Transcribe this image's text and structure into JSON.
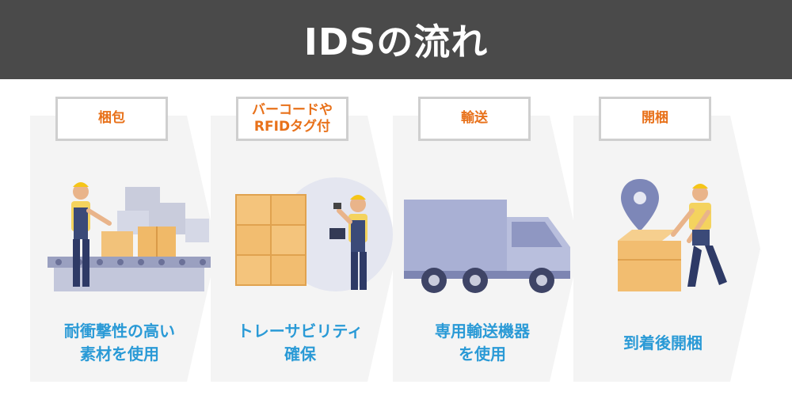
{
  "title": "IDSの流れ",
  "steps": [
    {
      "label_lines": [
        "梱包"
      ],
      "desc_lines": [
        "耐衝撃性の高い",
        "素材を使用"
      ],
      "icon": "packing-worker-illustration"
    },
    {
      "label_lines": [
        "バーコードや",
        "RFIDタグ付"
      ],
      "desc_lines": [
        "トレーサビリティ",
        "確保"
      ],
      "icon": "scanning-worker-illustration"
    },
    {
      "label_lines": [
        "輸送"
      ],
      "desc_lines": [
        "専用輸送機器",
        "を使用"
      ],
      "icon": "truck-illustration"
    },
    {
      "label_lines": [
        "開梱"
      ],
      "desc_lines": [
        "到着後開梱"
      ],
      "icon": "unpacking-worker-illustration"
    }
  ],
  "colors": {
    "header_bg": "#4a4a4a",
    "label_text": "#e8711a",
    "desc_text": "#2a9ad6",
    "card_bg": "#f5f5f5"
  }
}
